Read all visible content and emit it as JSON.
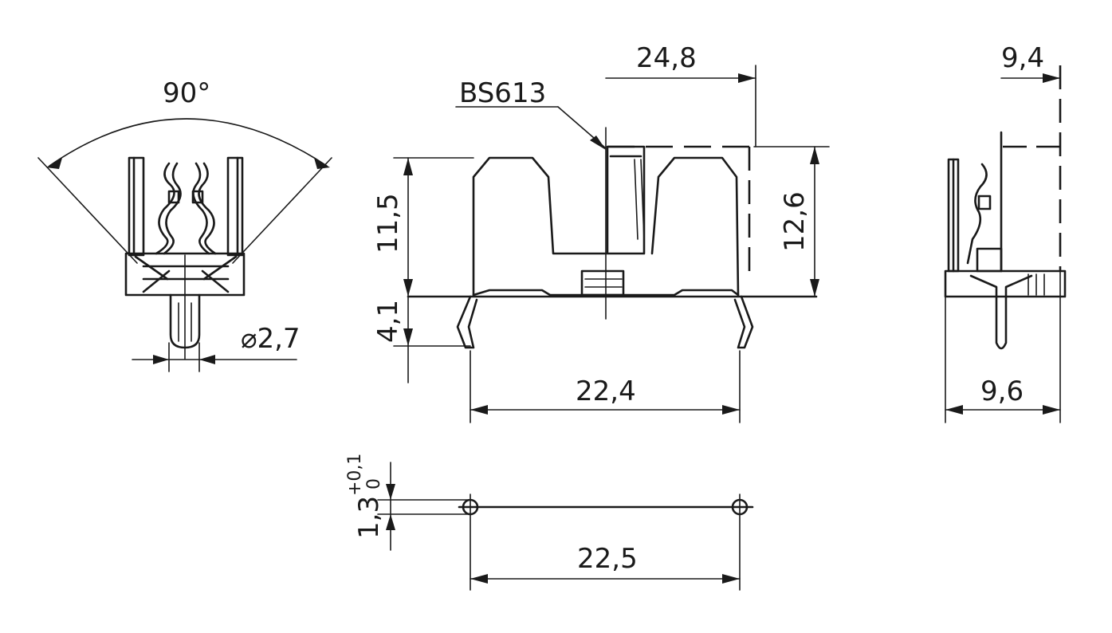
{
  "labels": {
    "angle": "90°",
    "pin_diameter": "⌀2,7",
    "part_number": "BS613",
    "depth_overall": "24,8",
    "height_body": "11,5",
    "height_pins": "4,1",
    "height_total": "12,6",
    "width_body": "22,4",
    "side_top": "9,4",
    "side_width": "9,6",
    "hole_pitch": "22,5",
    "hole_dia": "1,3",
    "hole_tol_upper": "+0,1",
    "hole_tol_lower": "0"
  },
  "colors": {
    "ink": "#1a1a1a",
    "paper": "#ffffff"
  }
}
